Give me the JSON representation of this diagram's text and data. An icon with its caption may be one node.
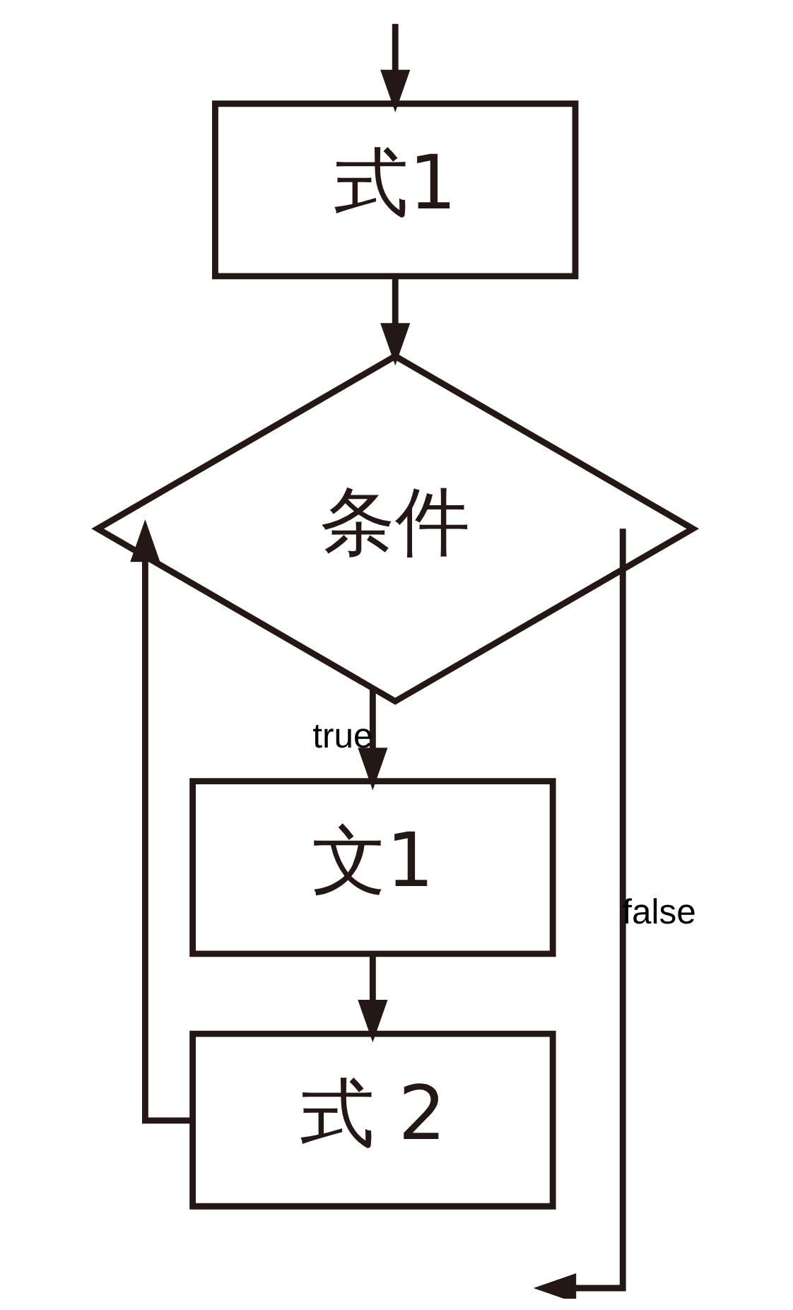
{
  "diagram": {
    "nodes": [
      {
        "text": [
          "式1"
        ]
      },
      {
        "text": [
          "条件"
        ]
      },
      {
        "text": [
          "文1"
        ]
      },
      {
        "text": [
          "式 2"
        ]
      }
    ],
    "edges": [
      {
        "from": null,
        "to": 0,
        "arrow": "to"
      },
      {
        "from": 0,
        "to": 1,
        "arrow": "to"
      },
      {
        "from": 1,
        "to": 2,
        "arrow": "to",
        "label": "true"
      },
      {
        "from": 2,
        "to": 3,
        "arrow": "to"
      },
      {
        "from": 3,
        "to": 1,
        "arrow": "to"
      },
      {
        "from": 1,
        "to": null,
        "arrow": "to",
        "label": "false"
      }
    ]
  }
}
